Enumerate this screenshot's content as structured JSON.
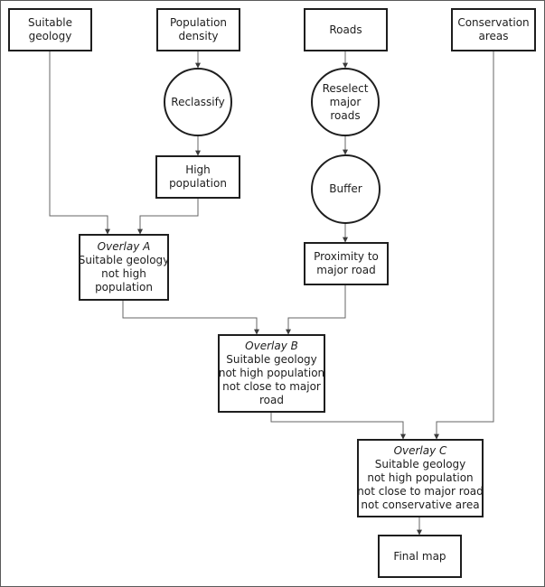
{
  "nodes": {
    "suitable_geology": {
      "lines": [
        "Suitable",
        "geology"
      ]
    },
    "population_density": {
      "lines": [
        "Population",
        "density"
      ]
    },
    "roads": {
      "lines": [
        "Roads"
      ]
    },
    "conservation_areas": {
      "lines": [
        "Conservation",
        "areas"
      ]
    },
    "reclassify": {
      "lines": [
        "Reclassify"
      ]
    },
    "reselect_major_roads": {
      "lines": [
        "Reselect",
        "major",
        "roads"
      ]
    },
    "high_population": {
      "lines": [
        "High",
        "population"
      ]
    },
    "buffer": {
      "lines": [
        "Buffer"
      ]
    },
    "overlay_a": {
      "title": "Overlay A",
      "lines": [
        "Suitable geology",
        "not high",
        "population"
      ]
    },
    "proximity_major_road": {
      "lines": [
        "Proximity to",
        "major road"
      ]
    },
    "overlay_b": {
      "title": "Overlay B",
      "lines": [
        "Suitable geology",
        "not high population",
        "not close to major",
        "road"
      ]
    },
    "overlay_c": {
      "title": "Overlay C",
      "lines": [
        "Suitable geology",
        "not high population",
        "not close to major road",
        "not conservative area"
      ]
    },
    "final_map": {
      "lines": [
        "Final map"
      ]
    }
  },
  "colors": {
    "stroke": "#1e1e1e",
    "edge": "#666666",
    "frame": "#5a5a5a"
  }
}
